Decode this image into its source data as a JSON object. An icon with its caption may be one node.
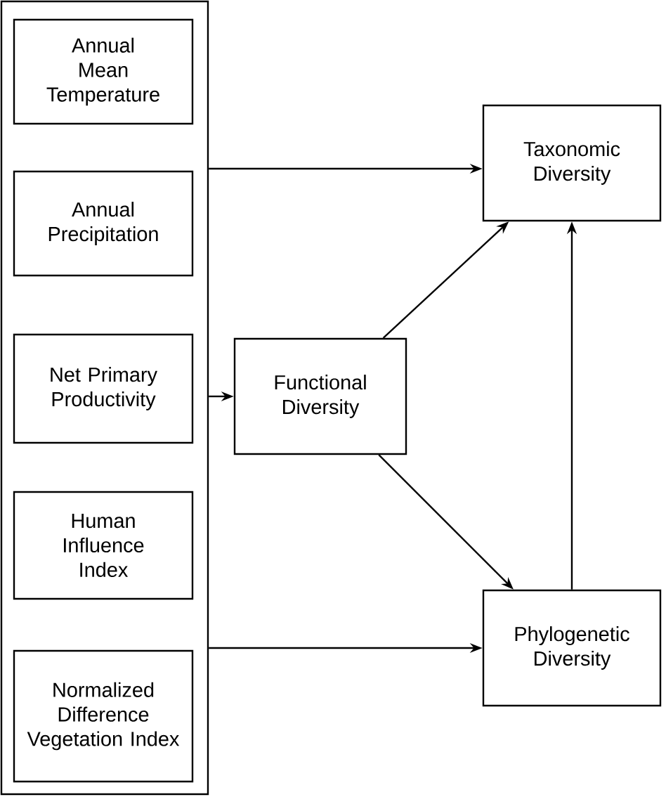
{
  "diagram": {
    "nodes": [
      {
        "text": [],
        "shape": "box"
      },
      {
        "text": [
          "Annual Mean Temperature"
        ],
        "in": 0
      },
      {
        "text": [
          "Annual Precipitation"
        ],
        "in": 0
      },
      {
        "text": [
          "Net Primary Productivity"
        ],
        "in": 0
      },
      {
        "text": [
          "Human Influence Index"
        ],
        "in": 0
      },
      {
        "text": [
          "Normalized Difference Vegetation Index"
        ],
        "in": 0
      },
      {
        "text": [
          "Functional Diversity"
        ]
      },
      {
        "text": [
          "Taxonomic Diversity"
        ]
      },
      {
        "text": [
          "Phylogenetic Diversity"
        ]
      }
    ],
    "edges": [
      {
        "from": 0,
        "to": 7,
        "arrow": "to"
      },
      {
        "from": 0,
        "to": 6,
        "arrow": "to"
      },
      {
        "from": 0,
        "to": 8,
        "arrow": "to"
      },
      {
        "from": 6,
        "to": 7,
        "arrow": "to"
      },
      {
        "from": 6,
        "to": 8,
        "arrow": "to"
      },
      {
        "from": 8,
        "to": 7,
        "arrow": "to"
      }
    ]
  }
}
